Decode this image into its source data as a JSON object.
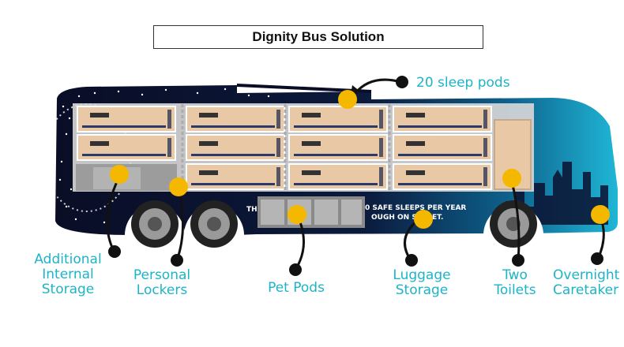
{
  "title": "Dignity Bus Solution",
  "colors": {
    "accent": "#1db4c8",
    "marker": "#f5b800",
    "bus_body": "#0b1030",
    "pod": "#e9c8a6"
  },
  "labels": {
    "sleep_pods": "20 sleep pods",
    "additional_storage": [
      "Additional",
      "Internal",
      "Storage"
    ],
    "personal_lockers": [
      "Personal",
      "Lockers"
    ],
    "pet_pods": "Pet Pods",
    "luggage_storage": [
      "Luggage",
      "Storage"
    ],
    "two_toilets": [
      "Two",
      "Toilets"
    ],
    "overnight_caretaker": [
      "Overnight",
      "Caretaker"
    ]
  },
  "bus_side_text": {
    "line1_left": "TH",
    "line1_right": "0 SAFE SLEEPS PER YEAR",
    "line2": "OUGH ON STREET."
  }
}
